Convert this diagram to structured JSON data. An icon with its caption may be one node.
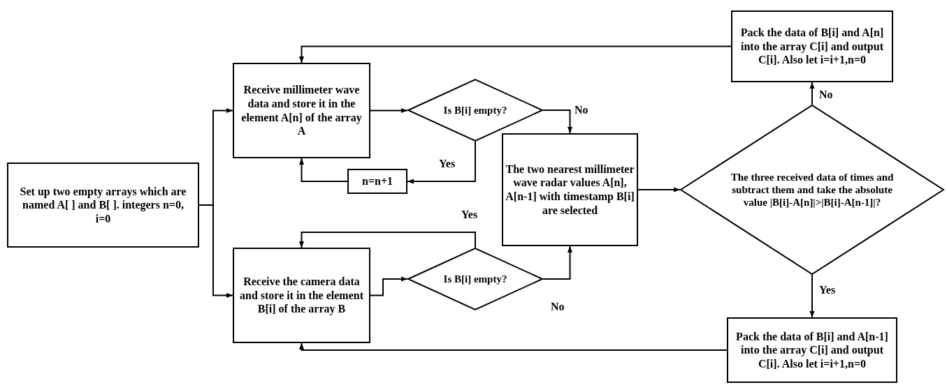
{
  "diagram": {
    "nodes": [
      {
        "text": [
          "Set up two empty arrays which are named A[ ] and B[ ]. integers n=0, i=0"
        ]
      },
      {
        "text": [
          "Receive millimeter wave data and store it in the element A[n] of the array A"
        ]
      },
      {
        "text": [
          "Is B[i] empty?"
        ]
      },
      {
        "text": [
          "n=n+1"
        ]
      },
      {
        "text": [
          "Receive the camera data and store it in the element B[i] of the array B"
        ]
      },
      {
        "text": [
          "Is B[i] empty?"
        ]
      },
      {
        "text": [
          "The two nearest millimeter wave radar values A[n], A[n-1] with timestamp B[i] are selected"
        ]
      },
      {
        "text": [
          "The three received data of times and subtract them and take the absolute value |B[i]-A[n]|>|B[i]-A[n-1]|?"
        ]
      },
      {
        "text": [
          "Pack the data of B[i] and A[n] into the array C[i] and output C[i]. Also let i=i+1,n=0"
        ]
      },
      {
        "text": [
          "Pack the data of B[i] and A[n-1] into the array C[i] and output C[i]. Also let i=i+1,n=0"
        ]
      }
    ],
    "edges": [
      {
        "from": 0,
        "to": 1,
        "arrow": "to"
      },
      {
        "from": 0,
        "to": 4,
        "arrow": "to"
      },
      {
        "from": 1,
        "to": 2,
        "arrow": "to"
      },
      {
        "from": 2,
        "to": 6,
        "arrow": "to",
        "label": "No"
      },
      {
        "from": 2,
        "to": 3,
        "arrow": "to",
        "label": "Yes"
      },
      {
        "from": 3,
        "to": 1,
        "arrow": "to"
      },
      {
        "from": 4,
        "to": 5,
        "arrow": "to"
      },
      {
        "from": 5,
        "to": 4,
        "arrow": "to",
        "label": "Yes"
      },
      {
        "from": 5,
        "to": 6,
        "arrow": "to",
        "label": "No"
      },
      {
        "from": 6,
        "to": 7,
        "arrow": "to"
      },
      {
        "from": 7,
        "to": 8,
        "arrow": "to",
        "label": "No"
      },
      {
        "from": 7,
        "to": 9,
        "arrow": "to",
        "label": "Yes"
      },
      {
        "from": 8,
        "to": 1,
        "arrow": "to"
      },
      {
        "from": 9,
        "to": 4,
        "arrow": "to"
      }
    ]
  }
}
